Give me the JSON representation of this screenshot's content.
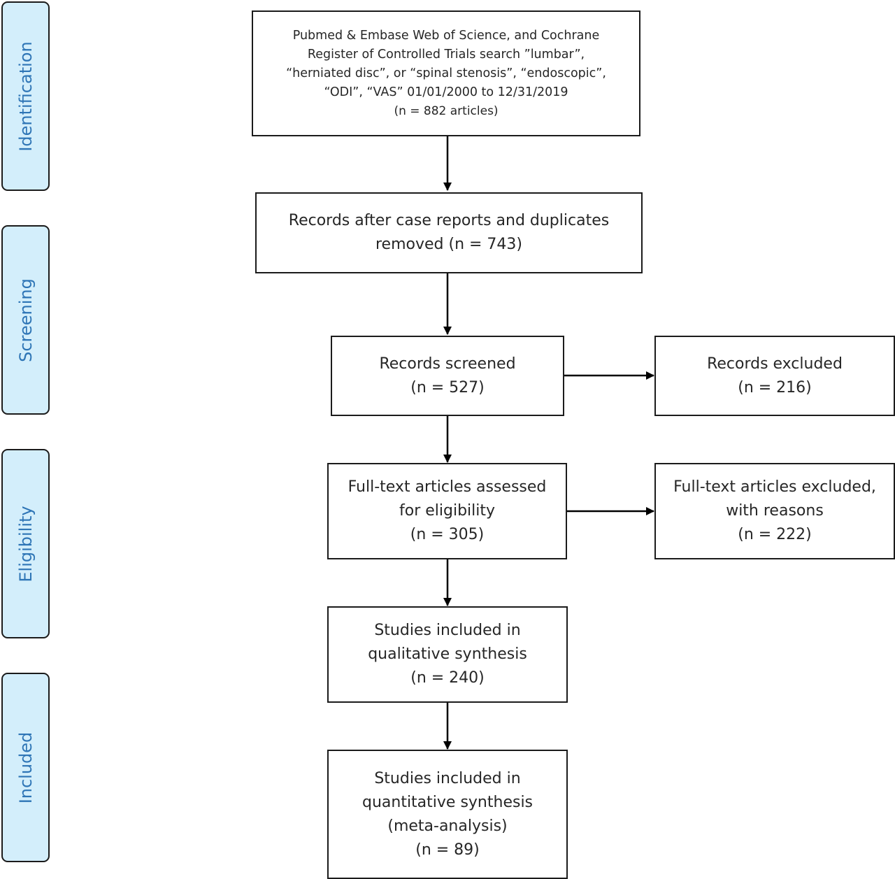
{
  "stages": [
    {
      "id": "identification",
      "label": "Identification"
    },
    {
      "id": "screening",
      "label": "Screening"
    },
    {
      "id": "eligibility",
      "label": "Eligibility"
    },
    {
      "id": "included",
      "label": "Included"
    }
  ],
  "boxes": {
    "search": {
      "lines": [
        "Pubmed & Embase Web of Science, and Cochrane",
        "Register of Controlled Trials search ”lumbar”,",
        "“herniated disc”, or “spinal stenosis”, “endoscopic”,",
        "“ODI”, “VAS” 01/01/2000 to 12/31/2019"
      ],
      "count": "(n = 882 articles)"
    },
    "after_duplicates": {
      "lines": [
        "Records after case reports and duplicates",
        "removed (n = 743)"
      ]
    },
    "screened": {
      "lines": [
        "Records screened"
      ],
      "count": "(n = 527)"
    },
    "excluded": {
      "lines": [
        "Records excluded"
      ],
      "count": "(n = 216)"
    },
    "fulltext": {
      "lines": [
        "Full-text articles assessed",
        "for eligibility"
      ],
      "count": "(n = 305)"
    },
    "fulltext_excluded": {
      "lines": [
        "Full-text articles excluded,",
        "with reasons"
      ],
      "count": "(n = 222)"
    },
    "qualitative": {
      "lines": [
        "Studies included in",
        "qualitative synthesis"
      ],
      "count": "(n = 240)"
    },
    "quantitative": {
      "lines": [
        "Studies included in",
        "quantitative synthesis",
        "(meta-analysis)"
      ],
      "count": "(n = 89)"
    }
  }
}
